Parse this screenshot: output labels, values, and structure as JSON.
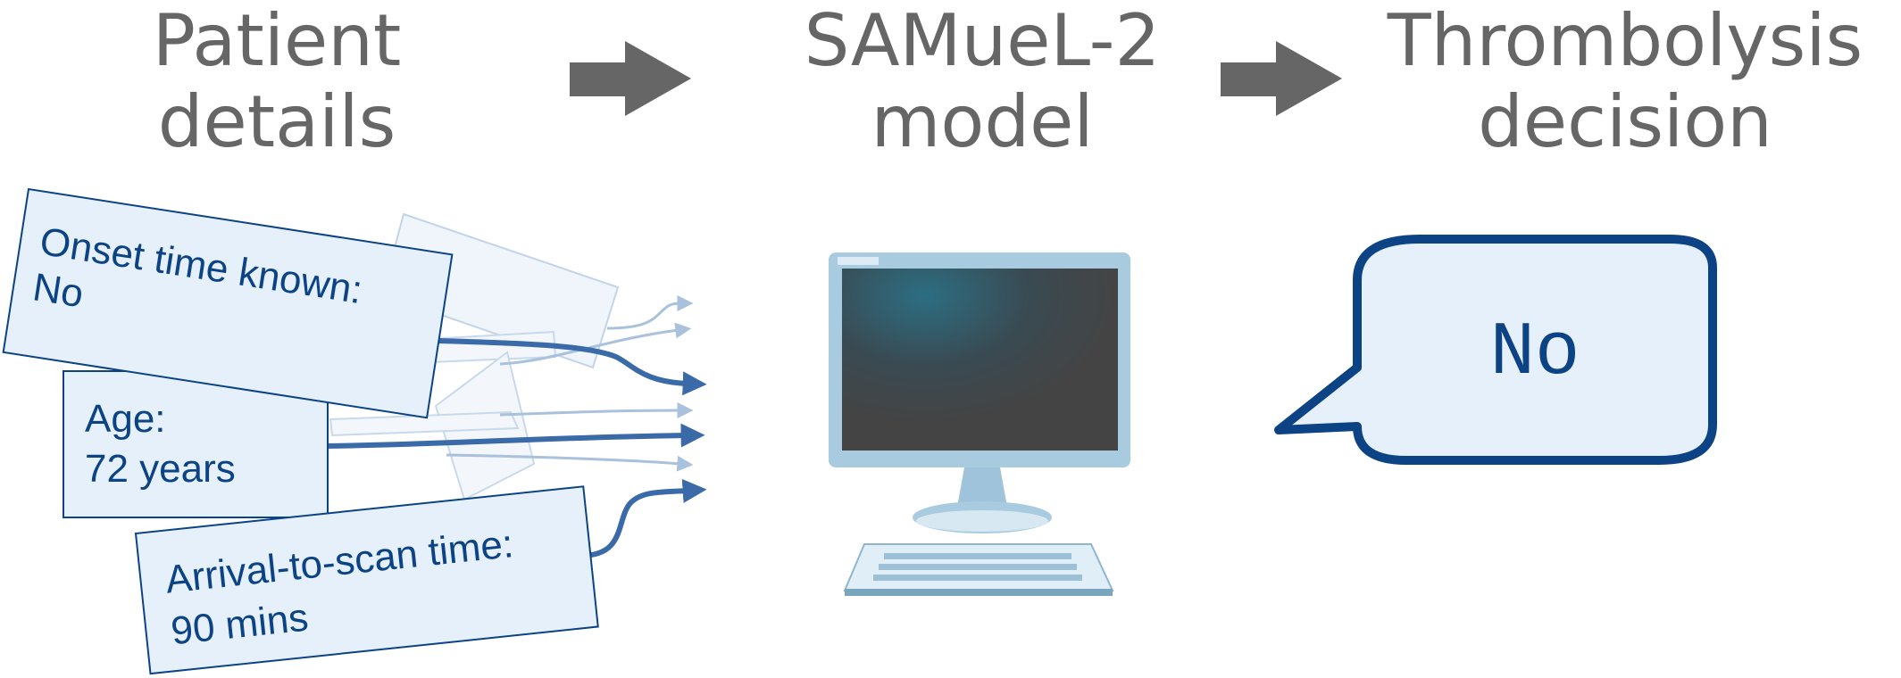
{
  "steps": [
    {
      "line1": "Patient",
      "line2": "details"
    },
    {
      "line1": "SAMueL-2",
      "line2": "model"
    },
    {
      "line1": "Thrombolysis",
      "line2": "decision"
    }
  ],
  "patient_cards": [
    {
      "label": "Onset time known:",
      "value": "No"
    },
    {
      "label": "Age:",
      "value": "72 years"
    },
    {
      "label": "Arrival-to-scan time:",
      "value": "90 mins"
    }
  ],
  "decision": {
    "value": "No"
  },
  "icons": [
    "arrow-right-icon",
    "computer-monitor-icon",
    "keyboard-icon",
    "speech-bubble-icon"
  ],
  "colors": {
    "heading": "#666666",
    "card_fill": "#e6f0fa",
    "card_border": "#0b4385",
    "connector": "#3a6aa8",
    "bubble_border": "#0b4385",
    "arrow": "#666666"
  }
}
